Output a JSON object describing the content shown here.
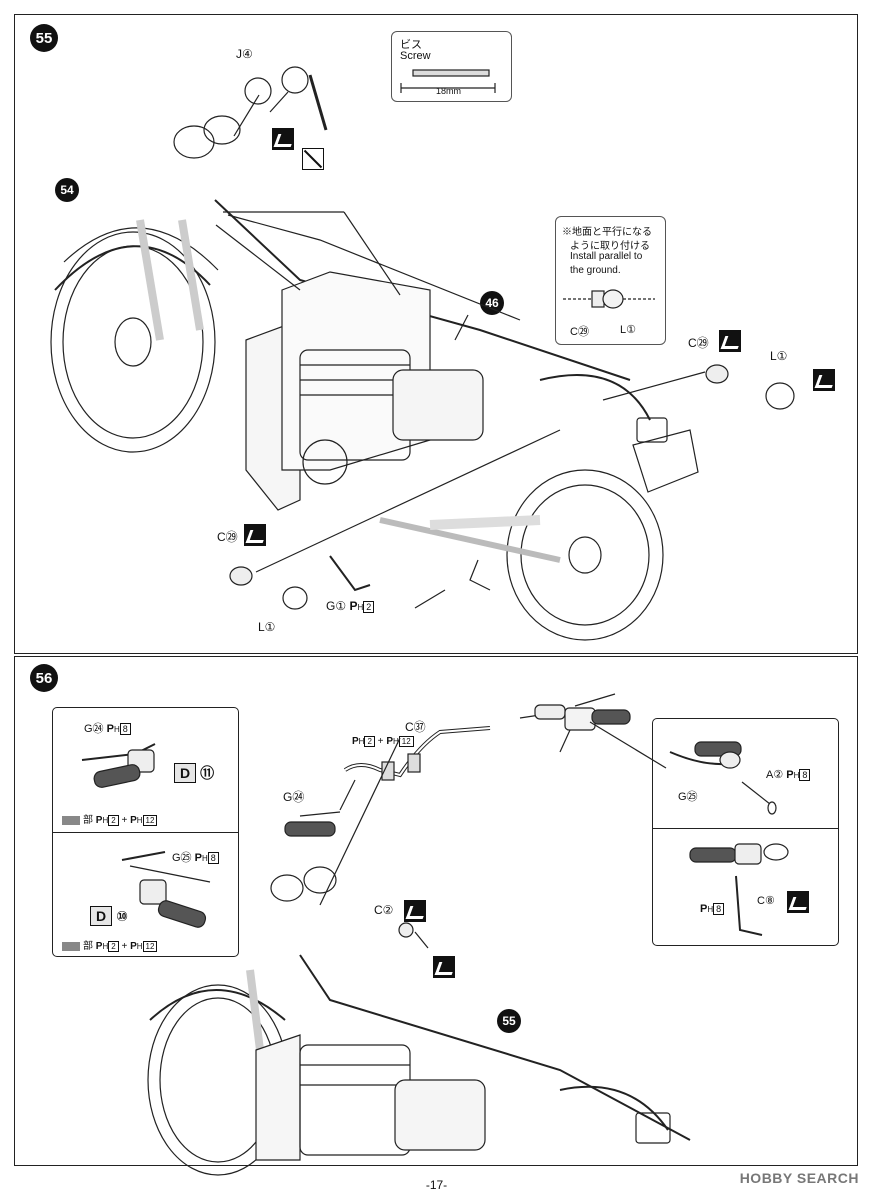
{
  "steps": {
    "s55": {
      "number": "55"
    },
    "s56": {
      "number": "56"
    }
  },
  "screw_note": {
    "jp": "ビス",
    "en": "Screw",
    "length": "18mm"
  },
  "install_note": {
    "jp_line1": "※地面と平行になる",
    "jp_line2": "ように取り付ける",
    "en_line1": "Install parallel to",
    "en_line2": "the ground.",
    "part_left": "C㉙",
    "part_right": "L①"
  },
  "refs": {
    "r54": "54",
    "r46": "46",
    "r55": "55"
  },
  "labels55": {
    "j4": "J④",
    "c29_right": "C㉙",
    "l1_right": "L①",
    "c29_left": "C㉙",
    "g1": "G①",
    "l1_left": "L①",
    "ph2": "2"
  },
  "labels56": {
    "g24_top": "G㉔",
    "ph8_top": "8",
    "d11_letter": "D",
    "d11_num": "⑪",
    "paint_top": "部",
    "ph2_a": "2",
    "ph12_a": "12",
    "g25_left": "G㉕",
    "ph8_mid": "8",
    "d10_letter": "D",
    "d10_num": "⑩",
    "paint_bottom": "部",
    "ph2_b": "2",
    "ph12_b": "12",
    "ph2_bar": "2",
    "ph12_bar": "12",
    "c37": "C㊲",
    "g24_mid": "G㉔",
    "c2": "C②",
    "g25_right": "G㉕",
    "a2": "A②",
    "ph8_right": "8",
    "ph8_low": "8",
    "c8": "C⑧"
  },
  "page_number": "-17-",
  "watermark": "HOBBY SEARCH",
  "colors": {
    "ink": "#111111",
    "paint_swatch": "#888888"
  }
}
